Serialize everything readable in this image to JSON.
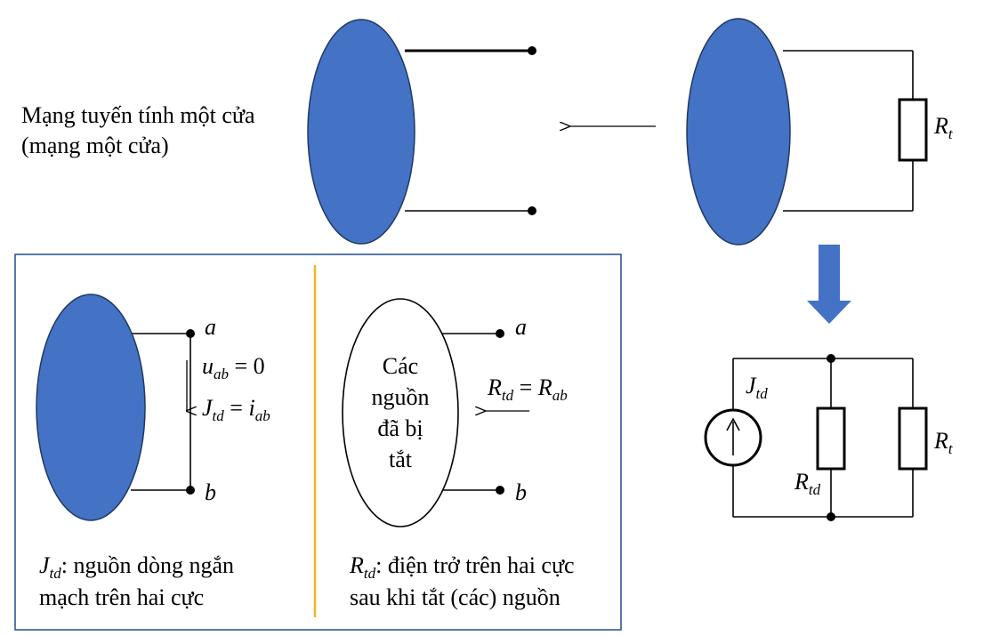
{
  "title_line1": "Mạng tuyến tính một cửa",
  "title_line2": "(mạng một cửa)",
  "load_resistor": {
    "sym": "R",
    "sub": "t"
  },
  "left_panel": {
    "term_a": "a",
    "term_b": "b",
    "eq1": {
      "sym": "u",
      "sub": "ab",
      "rhs": "= 0"
    },
    "eq2": {
      "sym": "J",
      "sub": "td",
      "eq": "=",
      "rsym": "i",
      "rsub": "ab"
    },
    "caption_sym": "J",
    "caption_sub": "td",
    "caption_line1": ": nguồn  dòng ngắn",
    "caption_line2": "mạch trên hai cực"
  },
  "right_panel": {
    "ellipse_lines": [
      "Các",
      "nguồn",
      "đã bị",
      "tắt"
    ],
    "term_a": "a",
    "term_b": "b",
    "eq": {
      "sym": "R",
      "sub": "td",
      "eq": "=",
      "rsym": "R",
      "rsub": "ab"
    },
    "caption_sym": "R",
    "caption_sub": "td",
    "caption_line1": ": điện trở trên hai cực",
    "caption_line2": "sau khi tắt (các) nguồn"
  },
  "norton": {
    "source": {
      "sym": "J",
      "sub": "td"
    },
    "r_td": {
      "sym": "R",
      "sub": "td"
    },
    "r_t": {
      "sym": "R",
      "sub": "t"
    }
  },
  "colors": {
    "network_fill": "#4472c4",
    "panel_border": "#2f5597",
    "divider": "#f0b429",
    "arrow_fill": "#4472c4"
  }
}
